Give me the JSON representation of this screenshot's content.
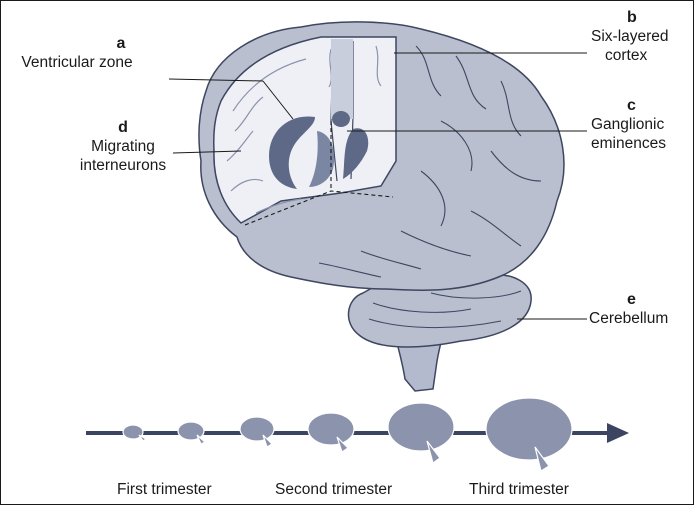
{
  "labels": {
    "a": {
      "letter": "a",
      "text": "Ventricular zone"
    },
    "b": {
      "letter": "b",
      "line1": "Six-layered",
      "line2": "cortex"
    },
    "c": {
      "letter": "c",
      "line1": "Ganglionic",
      "line2": "eminences"
    },
    "d": {
      "letter": "d",
      "line1": "Migrating",
      "line2": "interneurons"
    },
    "e": {
      "letter": "e",
      "text": "Cerebellum"
    }
  },
  "timeline": {
    "first": "First trimester",
    "second": "Second trimester",
    "third": "Third trimester"
  },
  "colors": {
    "brain_fill": "#b9bfcf",
    "brain_stroke": "#3e4660",
    "section_fill": "#eef0f6",
    "ventricle": "#5d6987",
    "timeline": "#3b4460"
  }
}
